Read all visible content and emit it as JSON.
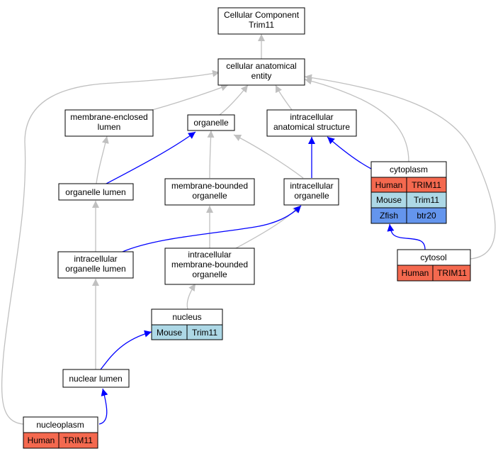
{
  "colors": {
    "human": "#f4694f",
    "mouse": "#add8e6",
    "zfish": "#6495ed",
    "edge_isa": "#c0c0c0",
    "edge_partof": "#0000ff"
  },
  "nodes": {
    "root": {
      "lines": [
        "Cellular Component",
        "Trim11"
      ]
    },
    "cae": {
      "lines": [
        "cellular anatomical",
        "entity"
      ]
    },
    "mel": {
      "lines": [
        "membrane-enclosed",
        "lumen"
      ]
    },
    "org": {
      "lines": [
        "organelle"
      ]
    },
    "ias": {
      "lines": [
        "intracellular",
        "anatomical structure"
      ]
    },
    "orglum": {
      "lines": [
        "organelle lumen"
      ]
    },
    "mbo": {
      "lines": [
        "membrane-bounded",
        "organelle"
      ]
    },
    "io": {
      "lines": [
        "intracellular",
        "organelle"
      ]
    },
    "iol": {
      "lines": [
        "intracellular",
        "organelle lumen"
      ]
    },
    "imbo": {
      "lines": [
        "intracellular",
        "membrane-bounded",
        "organelle"
      ]
    },
    "nucleus": {
      "lines": [
        "nucleus"
      ]
    },
    "nlum": {
      "lines": [
        "nuclear lumen"
      ]
    },
    "nplasm": {
      "lines": [
        "nucleoplasm"
      ]
    },
    "cytoplasm": {
      "lines": [
        "cytoplasm"
      ]
    },
    "cytosol": {
      "lines": [
        "cytosol"
      ]
    }
  },
  "tables": {
    "cytoplasm": [
      {
        "species": "Human",
        "gene": "TRIM11",
        "color_key": "human"
      },
      {
        "species": "Mouse",
        "gene": "Trim11",
        "color_key": "mouse"
      },
      {
        "species": "Zfish",
        "gene": "btr20",
        "color_key": "zfish"
      }
    ],
    "cytosol": [
      {
        "species": "Human",
        "gene": "TRIM11",
        "color_key": "human"
      }
    ],
    "nucleus": [
      {
        "species": "Mouse",
        "gene": "Trim11",
        "color_key": "mouse"
      }
    ],
    "nplasm": [
      {
        "species": "Human",
        "gene": "TRIM11",
        "color_key": "human"
      }
    ]
  },
  "edges": [
    {
      "from": "cae",
      "to": "root",
      "type": "is_a"
    },
    {
      "from": "mel",
      "to": "cae",
      "type": "is_a"
    },
    {
      "from": "org",
      "to": "cae",
      "type": "is_a"
    },
    {
      "from": "ias",
      "to": "cae",
      "type": "is_a"
    },
    {
      "from": "cytoplasm",
      "to": "cae",
      "type": "is_a"
    },
    {
      "from": "cytosol",
      "to": "cae",
      "type": "is_a"
    },
    {
      "from": "nplasm",
      "to": "cae",
      "type": "is_a"
    },
    {
      "from": "orglum",
      "to": "mel",
      "type": "is_a"
    },
    {
      "from": "orglum",
      "to": "org",
      "type": "part_of"
    },
    {
      "from": "mbo",
      "to": "org",
      "type": "is_a"
    },
    {
      "from": "io",
      "to": "org",
      "type": "is_a"
    },
    {
      "from": "io",
      "to": "ias",
      "type": "part_of"
    },
    {
      "from": "cytoplasm",
      "to": "ias",
      "type": "part_of"
    },
    {
      "from": "iol",
      "to": "orglum",
      "type": "is_a"
    },
    {
      "from": "iol",
      "to": "io",
      "type": "part_of"
    },
    {
      "from": "imbo",
      "to": "mbo",
      "type": "is_a"
    },
    {
      "from": "imbo",
      "to": "io",
      "type": "is_a"
    },
    {
      "from": "nucleus",
      "to": "imbo",
      "type": "is_a"
    },
    {
      "from": "nlum",
      "to": "iol",
      "type": "is_a"
    },
    {
      "from": "nlum",
      "to": "nucleus",
      "type": "part_of"
    },
    {
      "from": "nplasm",
      "to": "nlum",
      "type": "part_of"
    },
    {
      "from": "cytosol",
      "to": "cytoplasm",
      "type": "part_of"
    }
  ]
}
